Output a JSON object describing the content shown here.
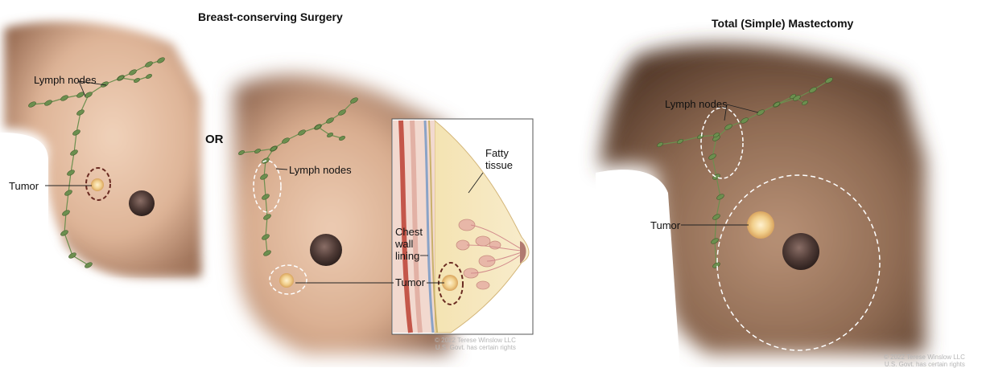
{
  "panels": {
    "bcs": {
      "title": "Breast-conserving Surgery",
      "left_view": {
        "lymph_label": "Lymph nodes",
        "tumor_label": "Tumor"
      },
      "or_label": "OR",
      "right_view": {
        "lymph_label": "Lymph nodes"
      },
      "inset": {
        "fatty_label_line1": "Fatty",
        "fatty_label_line2": "tissue",
        "chest_label_line1": "Chest",
        "chest_label_line2": "wall",
        "chest_label_line3": "lining",
        "tumor_label": "Tumor"
      },
      "copyright_line1": "© 2022 Terese Winslow LLC",
      "copyright_line2": "U.S. Govt. has certain rights"
    },
    "mastectomy": {
      "title": "Total (Simple) Mastectomy",
      "lymph_label": "Lymph nodes",
      "tumor_label": "Tumor",
      "copyright_line1": "© 2022 Terese Winslow LLC",
      "copyright_line2": "U.S. Govt. has certain rights"
    }
  },
  "colors": {
    "skin_light": "#e7c3a7",
    "skin_dark": "#6b4a36",
    "lymph_green": "#6c8f4f",
    "tumor_yellow": "#f3d8a0",
    "excision_dark": "#6a2b22",
    "excision_light": "#ffffff"
  }
}
